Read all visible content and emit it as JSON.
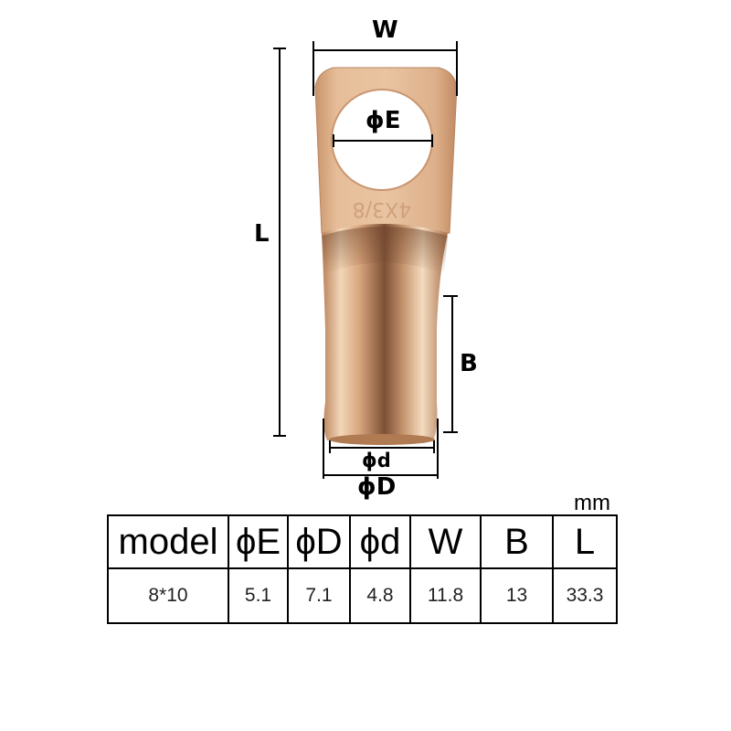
{
  "diagram": {
    "title": "Copper cable lug dimension drawing",
    "dimensions": {
      "W": "W",
      "E": "ϕE",
      "L": "L",
      "B": "B",
      "d": "ϕd",
      "D": "ϕD"
    },
    "stamp_text": "4X3/8",
    "colors": {
      "copper_light": "#e9c3a0",
      "copper_mid": "#cf9d74",
      "copper_dark": "#8a5a3a",
      "line": "#000000"
    }
  },
  "table": {
    "unit": "mm",
    "headers": [
      "model",
      "ϕE",
      "ϕD",
      "ϕd",
      "W",
      "B",
      "L"
    ],
    "rows": [
      [
        "8*10",
        "5.1",
        "7.1",
        "4.8",
        "11.8",
        "13",
        "33.3"
      ]
    ]
  }
}
